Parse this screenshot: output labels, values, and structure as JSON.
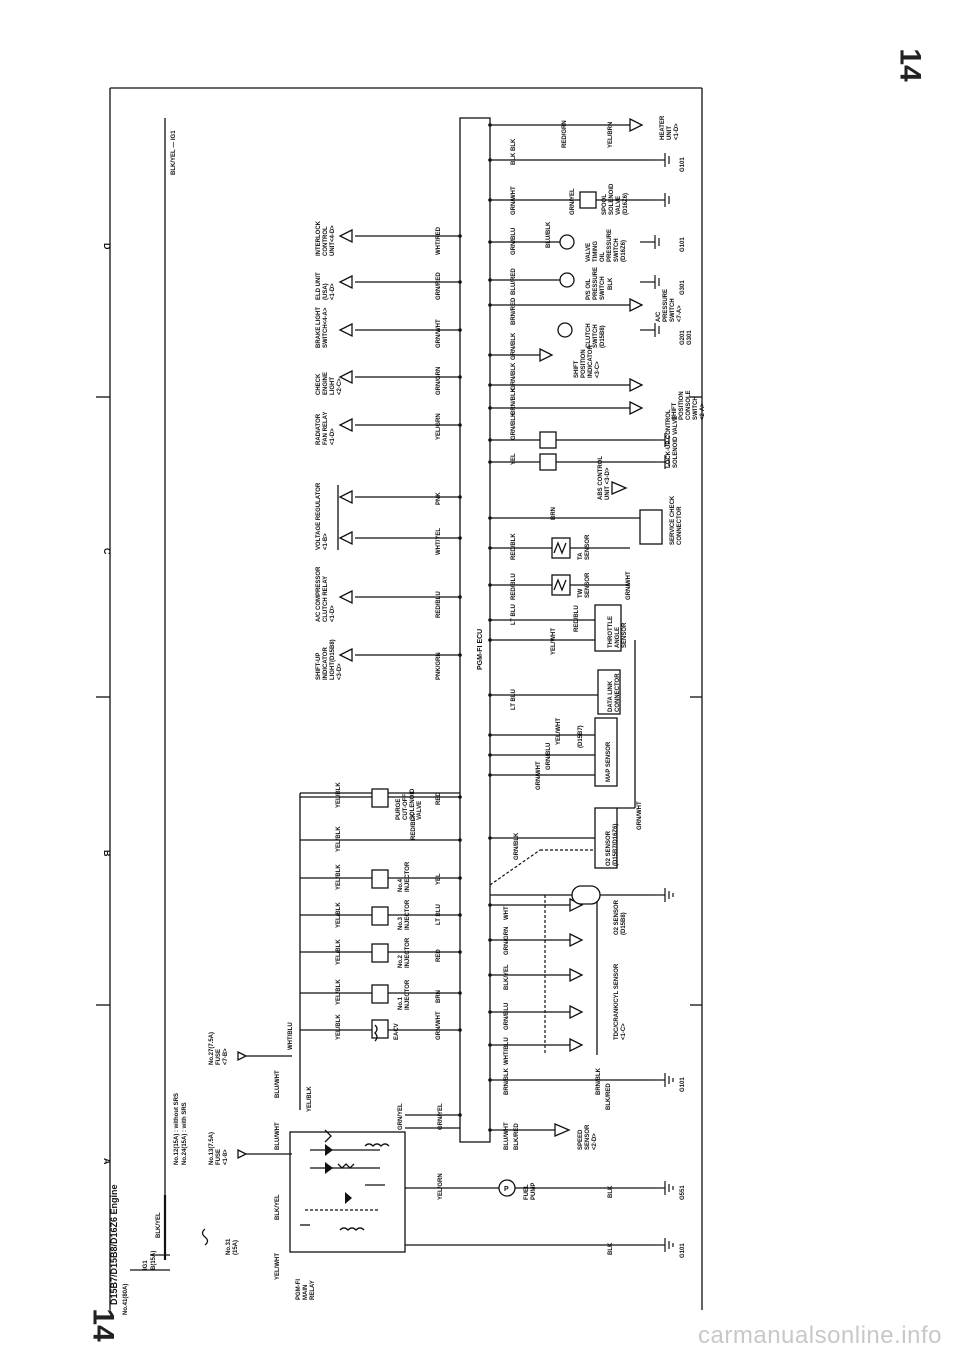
{
  "page": {
    "number": "14",
    "title": "D15B7/D15B8/D16Z6 Engine",
    "watermark": "carmanualsonline.info"
  },
  "zones": [
    "A",
    "B",
    "C",
    "D"
  ],
  "ecu_label": "PGM-FI ECU",
  "power": {
    "source_1": "No.41(80A)",
    "ig1": "IG1",
    "ig1_fuse": "B(15A)",
    "fuse_31": "No.31\n(15A)",
    "fuse_note_1": "No.12(15A) : without SRS",
    "fuse_note_2": "No.24(15A) : with SRS",
    "fuse_13": "No.13(7.5A)\nFUSE\n<1-8>",
    "fuse_27": "No.27(7.5A)\nFUSE\n<7-B>",
    "ig1_top": "BLK/YEL — IG1",
    "main_relay": "PGM-FI\nMAIN\nRELAY"
  },
  "wire_labels": {
    "blk_yel": "BLK/YEL",
    "yel_wht": "YEL/WHT",
    "blu_wht": "BLU/WHT",
    "yel_blk": "YEL/BLK",
    "wht_blu": "WHT/BLU",
    "blu_wht2": "BLU/WHT",
    "yel_grn": "YEL/GRN",
    "grn_yel": "GRN/YEL",
    "blk": "BLK",
    "grn_wht": "GRN/WHT",
    "brn": "BRN",
    "red": "RED",
    "lt_blu": "LT BLU",
    "yel": "YEL",
    "red_blk": "RED/BLK",
    "pnk_grn": "PNK/GRN",
    "red_blu": "RED/BLU",
    "wht_yel": "WHT/YEL",
    "pnk": "PNK",
    "yel_grn2": "YEL/GRN",
    "grn_grn": "GRN/GRN",
    "grn_wht2": "GRN/WHT",
    "grn_red": "GRN/RED",
    "wht_red": "WHT/RED",
    "red_grn": "RED/GRN",
    "yel_brn": "YEL/BRN",
    "blk_blk": "BLK BLK",
    "grn_blk": "GRN/BLK",
    "blk_red": "BLK/RED",
    "brn_blk": "BRN/BLK",
    "wht": "WHT",
    "grn_blu": "GRN/BLU",
    "blu_red": "BLU/RED",
    "brn_red": "BRN/RED",
    "blu_blk": "BLU/BLK",
    "grn_wht3": "GRN/WHT"
  },
  "components": {
    "fuel_pump": "FUEL\nPUMP",
    "speed_sensor": "SPEED\nSENSOR\n<2-D>",
    "tdc_sensor": "TDC/CRANK/CYL SENSOR\n<1-C>",
    "o2_sensor_b": "O2 SENSOR\n(D15B8)",
    "o2_sensor_a": "O2 SENSOR\n(D15B7/D16Z6)",
    "eacv": "EACV",
    "inj1": "No.1\nINJECTOR",
    "inj2": "No.2\nINJECTOR",
    "inj3": "No.3\nINJECTOR",
    "inj4": "No.4\nINJECTOR",
    "purge": "PURGE\nCUT-OFF\nSOLENOID\nVALVE",
    "map_sensor": "MAP SENSOR",
    "d15b7": "(D15B7)",
    "data_link": "DATA LINK\nCONNECTOR",
    "throttle": "THROTTLE\nANGLE\nSENSOR",
    "tw_sensor": "TW\nSENSOR",
    "ta_sensor": "TA\nSENSOR",
    "service_check": "SERVICE CHECK\nCONNECTOR",
    "abs_unit": "ABS CONTROL\nUNIT <3-D>",
    "lockup": "LOCK-UP CONTROL\nSOLENOID VALVE",
    "shift_pos_console": "SHIFT\nPOSITION\nCONSOLE\nSWITCH\n<2-A>",
    "shift_pos_ind": "SHIFT\nPOSITION\nINDICATOR\n<3-C>",
    "ac_pressure": "A/C\nPRESSURE\nSWITCH\n<7-A>",
    "clutch": "CLUTCH\nSWITCH\n(D15B8)",
    "ps_oil": "P/S OIL\nPRESSURE\nSWITCH",
    "vtec_oil": "VALVE\nTIMING\nOIL\nPRESSURE\nSWITCH\n(D16Z6)",
    "spool": "SPOOL\nSOLENOID\nVALVE\n(D16Z6)",
    "heater": "HEATER\nUNIT\n<1-D>",
    "shift_up": "SHIFT-UP\nINDICATOR\nLIGHT(D15B8)\n<3-D>",
    "ac_relay": "A/C COMPRESSOR\nCLUTCH RELAY\n<1-D>",
    "volt_reg": "VOLTAGE REGULATOR\n<1-B>",
    "radiator": "RADIATOR\nFAN RELAY\n<1-D>",
    "check_engine": "CHECK\nENGINE\nLIGHT\n<2-C>",
    "brake_light": "BRAKE LIGHT\nSWITCH<4-A>",
    "eld_unit": "ELD UNIT\n(USA)\n<1-D>",
    "interlock": "INTERLOCK\nCONTROL\nUNIT<4-D>"
  },
  "grounds": [
    "G101",
    "G551",
    "G101",
    "G101",
    "G101",
    "G201\nG301",
    "G301",
    "G101"
  ]
}
